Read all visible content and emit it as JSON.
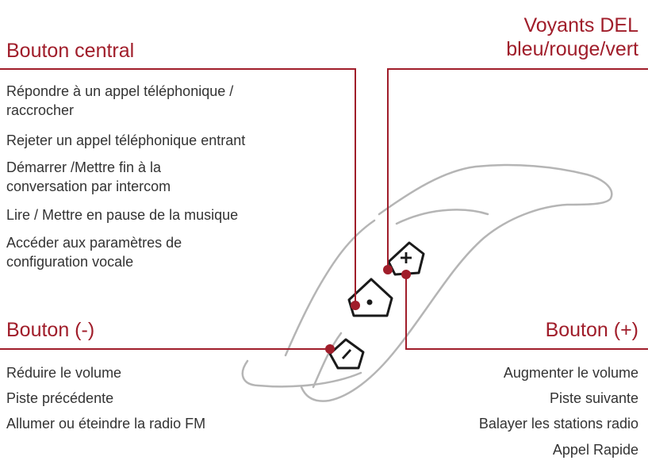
{
  "central_button": {
    "heading": "Bouton central",
    "functions": [
      "Répondre à un appel téléphonique /",
      "raccrocher",
      "Rejeter un appel téléphonique entrant",
      "Démarrer /Mettre fin à la",
      "conversation par intercom",
      "Lire / Mettre en pause de la musique",
      "Accéder aux paramètres de",
      "configuration vocale"
    ]
  },
  "led": {
    "heading_line1": "Voyants DEL",
    "heading_line2": "bleu/rouge/vert"
  },
  "minus_button": {
    "heading": "Bouton (-)",
    "functions": [
      "Réduire le volume",
      "Piste précédente",
      "Allumer ou éteindre la radio FM"
    ]
  },
  "plus_button": {
    "heading": "Bouton (+)",
    "functions": [
      "Augmenter le volume",
      "Piste suivante",
      "Balayer les stations radio",
      "Appel Rapide"
    ]
  },
  "colors": {
    "accent": "#a01d2a",
    "text": "#333333",
    "device_outline": "#b5b5b5"
  }
}
